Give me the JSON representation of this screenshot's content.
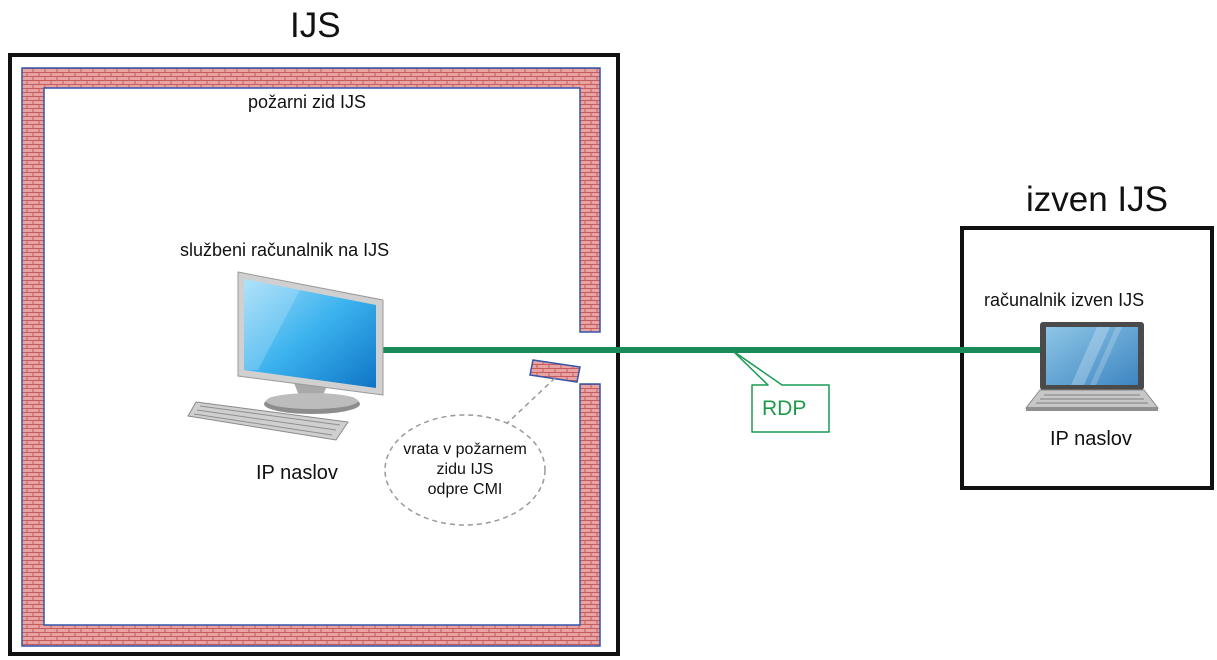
{
  "left_zone": {
    "title": "IJS",
    "firewall_label": "požarni zid IJS"
  },
  "right_zone": {
    "title": "izven IJS"
  },
  "office_pc": {
    "label": "službeni računalnik na IJS",
    "ip_label": "IP naslov"
  },
  "remote_pc": {
    "label": "računalnik izven IJS",
    "ip_label": "IP naslov"
  },
  "connection": {
    "label": "RDP",
    "color": "#1a8a5a"
  },
  "firewall_door": {
    "line1": "vrata v požarnem",
    "line2": "zidu IJS",
    "line3": "odpre CMI"
  },
  "colors": {
    "brick": "#e8a0a0",
    "brick_mortar": "#c05a5a",
    "wall_outline": "#3355aa",
    "rdp_text": "#1f9a4a"
  }
}
